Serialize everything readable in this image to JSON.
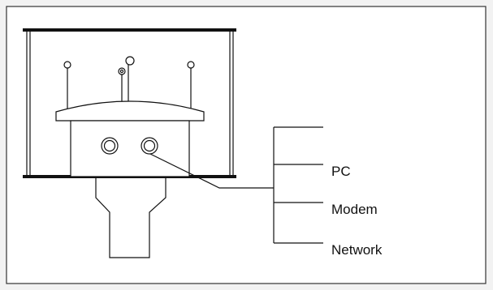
{
  "diagram": {
    "connection_labels": [
      "PC",
      "Modem",
      "Network"
    ]
  }
}
